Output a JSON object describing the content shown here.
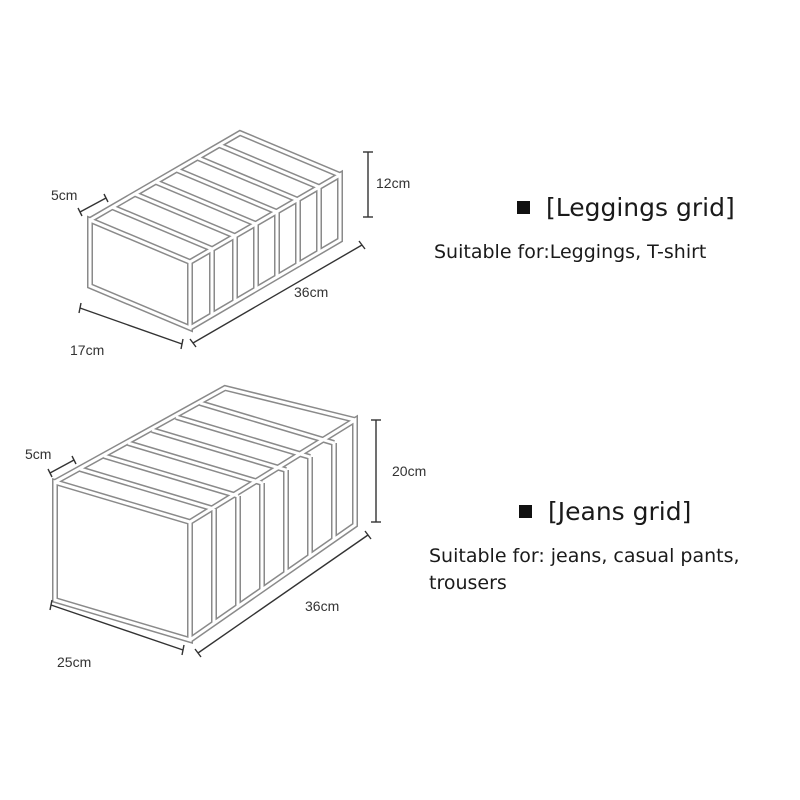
{
  "colors": {
    "frame_outer": "#8a8a8a",
    "frame_inner": "#ffffff",
    "text": "#1a1a1a",
    "dimension_text": "#333333"
  },
  "products": [
    {
      "title": "[Leggings grid]",
      "description_lines": [
        "Suitable for:Leggings, T-shirt"
      ],
      "dimensions": {
        "compartment_width": "5cm",
        "height": "12cm",
        "length": "36cm",
        "width": "17cm"
      },
      "compartments": 7
    },
    {
      "title": "[Jeans grid]",
      "description_lines": [
        "Suitable for: jeans, casual pants,",
        "trousers"
      ],
      "dimensions": {
        "compartment_width": "5cm",
        "height": "20cm",
        "length": "36cm",
        "width": "25cm"
      },
      "compartments": 7
    }
  ]
}
